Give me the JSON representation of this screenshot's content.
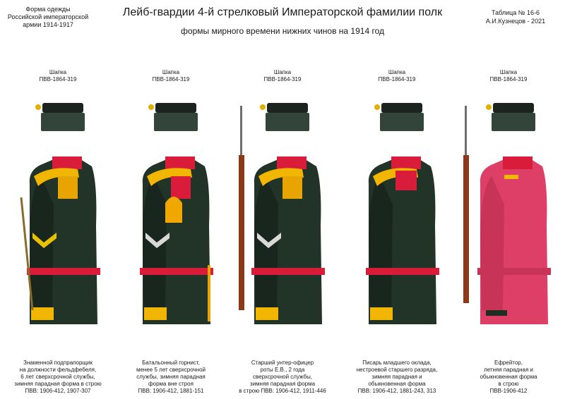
{
  "header": {
    "left_lines": [
      "Форма одежды",
      "Российской императорской",
      "армии 1914-1917"
    ],
    "title": "Лейб-гвардии 4-й стрелковый Императорской фамилии полк",
    "subtitle": "формы мирного времени нижних чинов на 1914 год",
    "right_lines": [
      "Таблица № 16-6",
      "А.И.Кузнецов - 2021"
    ]
  },
  "colors": {
    "tunic": "#223428",
    "tunic_dark": "#18261d",
    "collar": "#d81c3a",
    "shoulder": "#f2b600",
    "cap": "#1c241f",
    "cap_band": "#33443a",
    "summer_tunic": "#dd3f66"
  },
  "figures": [
    {
      "cap_label": [
        "Шапка",
        "ПВВ-1864-319"
      ],
      "caption": [
        "Знаменной подпрапорщик",
        "на должности фельдфебеля,",
        "6 лет сверхсрочной службы,",
        "зимняя парадная форма в строю",
        "ПВВ: 1906-412, 1907-307"
      ],
      "variant": "banner-ensign"
    },
    {
      "cap_label": [
        "Шапка",
        "ПВВ-1864-319"
      ],
      "caption": [
        "Батальонный горнист,",
        "менее 5 лет сверхсрочной",
        "службы, зимняя парадная",
        "форма вне строя",
        "ПВВ: 1906-412, 1881-151"
      ],
      "variant": "bugler"
    },
    {
      "cap_label": [
        "Шапка",
        "ПВВ-1864-319"
      ],
      "caption": [
        "Старший унтер-офицер",
        "роты Е.В., 2 года",
        "сверхсрочной службы,",
        "зимняя парадная форма",
        "в строю ПВВ: 1906-412, 1911-446"
      ],
      "variant": "senior-nco"
    },
    {
      "cap_label": [
        "Шапка",
        "ПВВ-1864-319"
      ],
      "caption": [
        "Писарь младшего оклада,",
        "нестроевой старшего разряда,",
        "зимняя парадная и",
        "обыкновенная форма",
        "ПВВ: 1906-412, 1881-243, 313"
      ],
      "variant": "clerk"
    },
    {
      "cap_label": [
        "Шапка",
        "ПВВ-1864-319"
      ],
      "caption": [
        "Ефрейтор,",
        "летняя парадная и",
        "обыкновенная форма",
        "в строю",
        "ПВВ-1906-412"
      ],
      "variant": "corporal-summer"
    }
  ]
}
